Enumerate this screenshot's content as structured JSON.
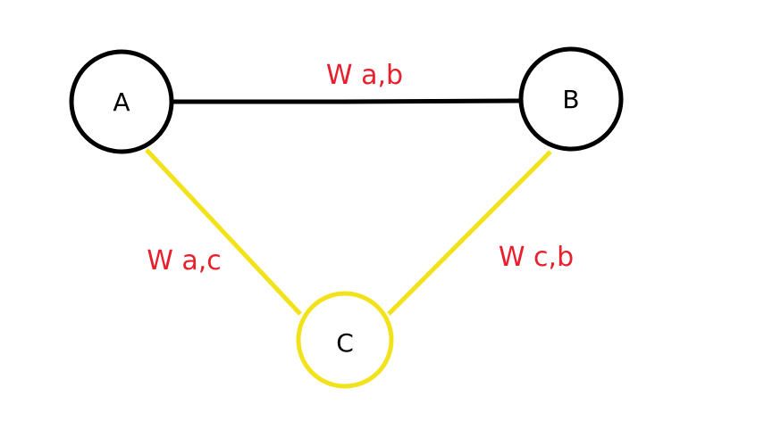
{
  "nodes": {
    "a": {
      "label": "A",
      "color": "#000000"
    },
    "b": {
      "label": "B",
      "color": "#000000"
    },
    "c": {
      "label": "C",
      "color": "#f2e21a"
    }
  },
  "edges": {
    "ab": {
      "label": "W a,b",
      "color": "#000000"
    },
    "ac": {
      "label": "W a,c",
      "color": "#f2e21a"
    },
    "cb": {
      "label": "W c,b",
      "color": "#f2e21a"
    }
  },
  "colors": {
    "edge_label": "#e8202e",
    "background": "#ffffff"
  }
}
